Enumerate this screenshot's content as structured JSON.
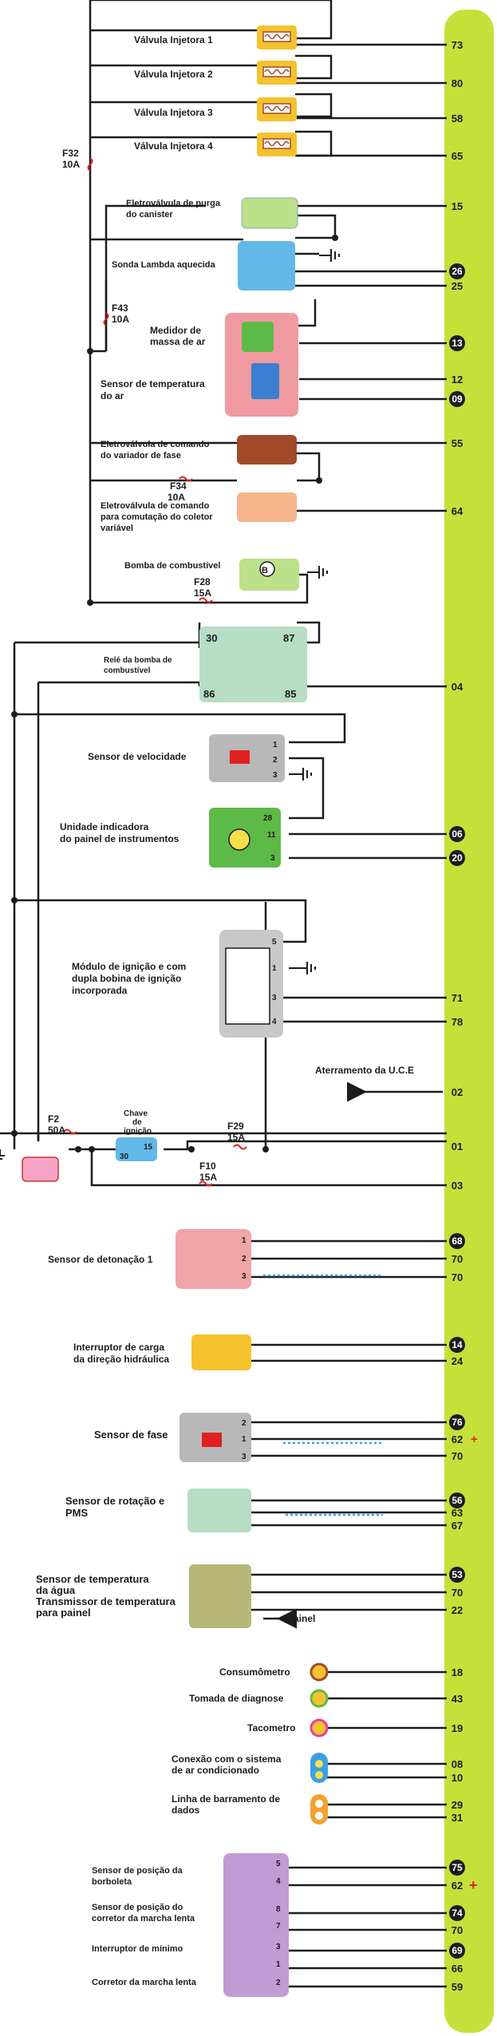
{
  "colors": {
    "bar": "#c6e03a",
    "wire": "#1c1c1c",
    "injector_box": "#f5c22e",
    "sensor_green": "#bde08a",
    "lambda_blue": "#62b8e8",
    "maf_pink": "#ef9aa0",
    "phase_valve": "#a14a2a",
    "intake_valve": "#f6b48c",
    "relay_green": "#b7ddc4",
    "gray_sensor": "#b8b8b8",
    "cluster_green": "#5dba47",
    "ignition_gray": "#c8c8c8",
    "knock_pink": "#f0a4a8",
    "tps_purple": "#c29ad4",
    "coolant_olive": "#b7b77a",
    "shield_blue": "#3aa0e6",
    "plus_red": "#e02020"
  },
  "injectors": [
    {
      "label": "Válvula Injetora 1",
      "pin": "73"
    },
    {
      "label": "Válvula Injetora 2",
      "pin": "80"
    },
    {
      "label": "Válvula Injetora 3",
      "pin": "58"
    },
    {
      "label": "Válvula Injetora 4",
      "pin": "65"
    }
  ],
  "fuses": {
    "f32": [
      "F32",
      "10A"
    ],
    "f43": [
      "F43",
      "10A"
    ],
    "f34": [
      "F34",
      "10A"
    ],
    "f28": [
      "F28",
      "15A"
    ],
    "f2": [
      "F2",
      "50A"
    ],
    "f29": [
      "F29",
      "15A"
    ],
    "f10": [
      "F10",
      "15A"
    ]
  },
  "components": {
    "canister": {
      "label": [
        "Eletroválvula de purga",
        "do canister"
      ],
      "pin": "15"
    },
    "lambda": {
      "label": "Sonda Lambda aquecida",
      "pins": [
        "26",
        "25"
      ]
    },
    "maf": {
      "label": [
        "Medidor de",
        "massa de ar"
      ],
      "pin": "13"
    },
    "air_temp": {
      "label": [
        "Sensor de temperatura",
        "do ar"
      ],
      "pins": [
        "12",
        "09"
      ]
    },
    "phase_valve": {
      "label": [
        "Eletroválvula de comando",
        "do variador de fase"
      ],
      "pin": "55"
    },
    "intake_valve": {
      "label": [
        "Eletroválvula de comando",
        "para comutação do coletor",
        "variável"
      ],
      "pin": "64"
    },
    "fuel_pump": {
      "label": "Bomba de combustível",
      "symbol": "B"
    },
    "relay": {
      "label": [
        "Relé da bomba de",
        "combustível"
      ],
      "pin": "04",
      "terminals": [
        "30",
        "87",
        "86",
        "85"
      ]
    },
    "speed": {
      "label": "Sensor de velocidade",
      "local_pins": [
        "1",
        "2",
        "3"
      ]
    },
    "cluster": {
      "label": [
        "Unidade indicadora",
        "do painel de instrumentos"
      ],
      "local_pins": [
        "28",
        "11",
        "3"
      ],
      "pins": [
        "06",
        "20"
      ]
    },
    "ignition": {
      "label": [
        "Módulo de ignição e com",
        "dupla bobina de ignição",
        "incorporada"
      ],
      "local_pins": [
        "5",
        "1",
        "3",
        "4"
      ],
      "pins": [
        "71",
        "78"
      ]
    },
    "ground": {
      "label": "Aterramento da U.C.E",
      "pin": "02"
    },
    "key": {
      "label": [
        "Chave",
        "de",
        "ignição"
      ],
      "terminals": [
        "15",
        "30"
      ]
    },
    "battery_pins": [
      "01",
      "03"
    ],
    "knock": {
      "label": "Sensor de detonação 1",
      "local_pins": [
        "1",
        "2",
        "3"
      ],
      "pins": [
        "68",
        "70",
        "70"
      ]
    },
    "power_steering": {
      "label": [
        "Interruptor de carga",
        "da direção hidráulica"
      ],
      "pins": [
        "14",
        "24"
      ]
    },
    "phase_sensor": {
      "label": "Sensor de fase",
      "local_pins": [
        "2",
        "1",
        "3"
      ],
      "pins": [
        "76",
        "62",
        "70"
      ],
      "plus": "+"
    },
    "rpm": {
      "label": [
        "Sensor de rotação e",
        "PMS"
      ],
      "pins": [
        "56",
        "63",
        "67"
      ]
    },
    "coolant": {
      "label": [
        "Sensor de temperatura",
        "da água",
        "Transmissor de temperatura",
        "para painel"
      ],
      "pins": [
        "53",
        "70",
        "22"
      ],
      "panel": "Painel"
    },
    "consumometro": {
      "label": "Consumômetro",
      "pin": "18"
    },
    "diagnose": {
      "label": "Tomada de diagnose",
      "pin": "43"
    },
    "tacometro": {
      "label": "Tacometro",
      "pin": "19"
    },
    "ac": {
      "label": [
        "Conexão com o sistema",
        "de ar condicionado"
      ],
      "pins": [
        "08",
        "10"
      ]
    },
    "bus": {
      "label": [
        "Linha de barramento de",
        "dados"
      ],
      "pins": [
        "29",
        "31"
      ]
    },
    "tps": {
      "labels": [
        "Sensor de posição da",
        "borboleta",
        "Sensor de posição do",
        "corretor da marcha lenta",
        "Interruptor de mínimo",
        "Corretor da marcha lenta"
      ],
      "local_pins": [
        "5",
        "4",
        "8",
        "7",
        "3",
        "1",
        "2"
      ],
      "pins": [
        "75",
        "62",
        "74",
        "70",
        "69",
        "66",
        "59"
      ],
      "plus": "+"
    }
  }
}
